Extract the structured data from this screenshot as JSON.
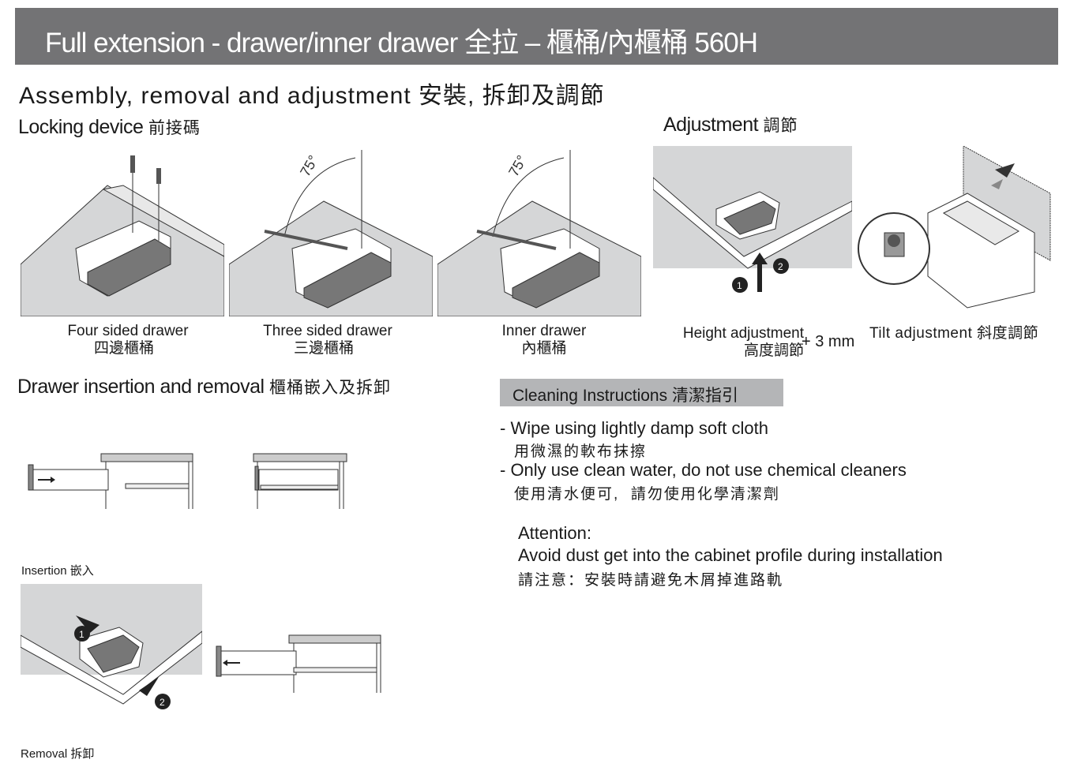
{
  "header": {
    "title": "Full extension - drawer/inner drawer 全拉 – 櫃桶/內櫃桶 560H"
  },
  "subtitle": "Assembly, removal and adjustment 安裝, 拆卸及調節",
  "locking": {
    "heading_en": "Locking device",
    "heading_cn": "前接碼",
    "angle_label": "75°",
    "items": [
      {
        "en": "Four sided drawer",
        "cn": "四邊櫃桶"
      },
      {
        "en": "Three sided drawer",
        "cn": "三邊櫃桶"
      },
      {
        "en": "Inner drawer",
        "cn": "內櫃桶"
      }
    ]
  },
  "adjustment": {
    "heading_en": "Adjustment",
    "heading_cn": "調節",
    "height_en": "Height adjustment",
    "height_cn": "高度調節",
    "height_value": "+ 3 mm",
    "tilt": "Tilt adjustment 斜度調節",
    "step1": "1",
    "step2": "2"
  },
  "insertion": {
    "heading_en": "Drawer insertion and removal",
    "heading_cn": "櫃桶嵌入及拆卸",
    "insertion_label": "Insertion 嵌入",
    "removal_label": "Removal 拆卸",
    "step1": "1",
    "step2": "2"
  },
  "cleaning": {
    "title": "Cleaning Instructions 清潔指引",
    "items": [
      {
        "en": "- Wipe using lightly damp soft cloth",
        "cn": "用微濕的軟布抹擦"
      },
      {
        "en": "- Only use clean water, do not use chemical cleaners",
        "cn": "使用清水便可,  請勿使用化學清潔劑"
      }
    ],
    "attention_label": "Attention:",
    "attention_en": "Avoid dust get into the cabinet profile during installation",
    "attention_cn": "請注意：安裝時請避免木屑掉進路軌"
  }
}
